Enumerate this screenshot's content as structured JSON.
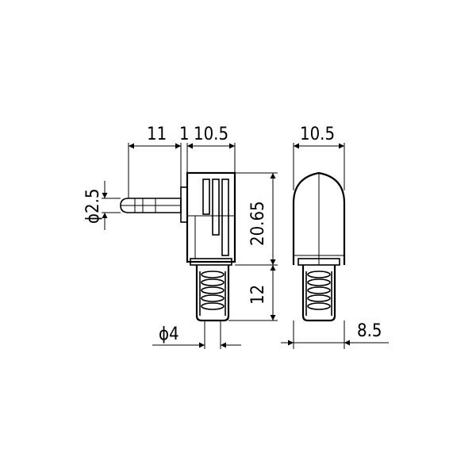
{
  "drawing": {
    "dim_top_11": "11",
    "dim_top_1": "1",
    "dim_top_10_5": "10.5",
    "dim_side_top_10_5": "10.5",
    "dim_pin_diameter": "ϕ2.5",
    "dim_body_height": "20.65",
    "dim_boot_length": "12",
    "dim_cable_diameter": "ϕ4",
    "dim_side_width": "8.5"
  }
}
